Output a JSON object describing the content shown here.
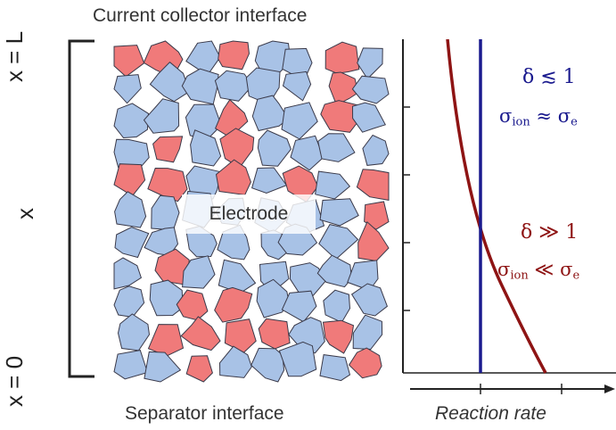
{
  "labels": {
    "top": "Current collector interface",
    "bottom": "Separator interface",
    "electrode": "Electrode",
    "x_axis": "Reaction rate",
    "x_top": "x = L",
    "x_mid": "x",
    "x_bottom": "x = 0"
  },
  "annotations": {
    "low_delta": "δ ≲ 1",
    "low_sigma_left": "σ",
    "low_sigma_left_sub": "ion",
    "low_relation": "≈",
    "low_sigma_right": "σ",
    "low_sigma_right_sub": "e",
    "high_delta": "δ ≫ 1",
    "high_sigma_left": "σ",
    "high_sigma_left_sub": "ion",
    "high_relation": "≪",
    "high_sigma_right": "σ",
    "high_sigma_right_sub": "e"
  },
  "colors": {
    "particle_blue": "#a8c2e6",
    "particle_red": "#f07a7a",
    "line_blue": "#1a1a8e",
    "line_red": "#8e1414"
  }
}
